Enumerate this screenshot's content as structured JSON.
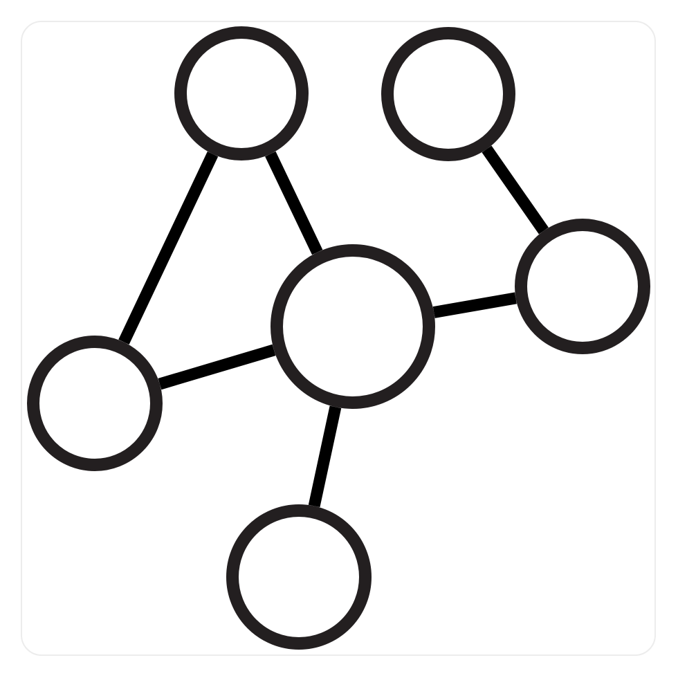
{
  "icon": {
    "name": "network-icon",
    "stroke_color": "#231f20",
    "edge_color": "#000000",
    "background_color": "#ffffff",
    "card_border_color": "#ececec"
  },
  "graph": {
    "nodes": [
      {
        "id": "node-top-left"
      },
      {
        "id": "node-top-right"
      },
      {
        "id": "node-center"
      },
      {
        "id": "node-right"
      },
      {
        "id": "node-left"
      },
      {
        "id": "node-bottom"
      }
    ],
    "edges": [
      {
        "from": "node-top-left",
        "to": "node-left"
      },
      {
        "from": "node-top-left",
        "to": "node-center"
      },
      {
        "from": "node-top-right",
        "to": "node-right"
      },
      {
        "from": "node-center",
        "to": "node-right"
      },
      {
        "from": "node-center",
        "to": "node-left"
      },
      {
        "from": "node-center",
        "to": "node-bottom"
      }
    ]
  }
}
